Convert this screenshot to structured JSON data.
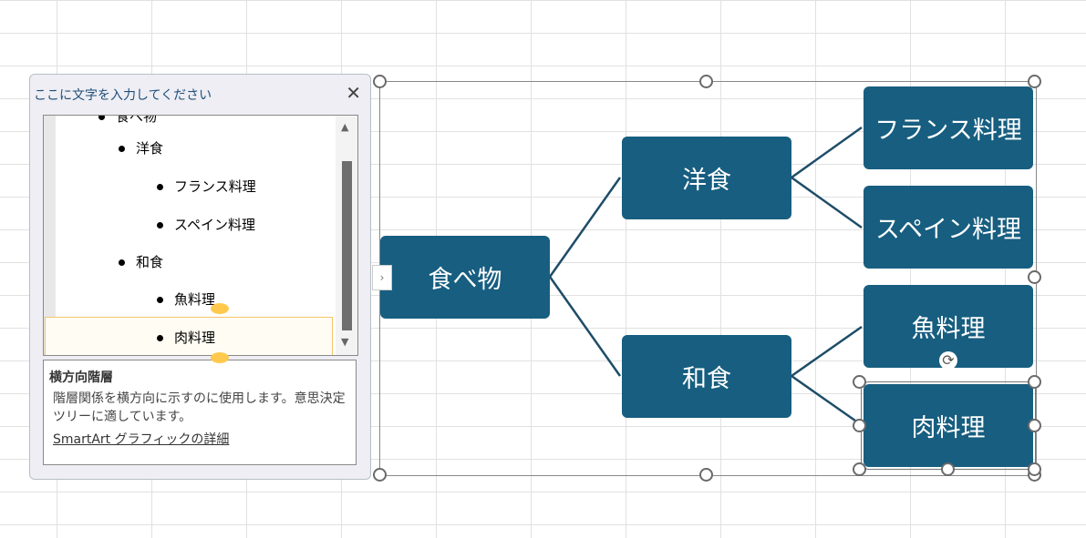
{
  "text_pane": {
    "title": "ここに文字を入力してください",
    "close": "✕",
    "items": [
      {
        "label": "食べ物",
        "level": 1
      },
      {
        "label": "洋食",
        "level": 2
      },
      {
        "label": "フランス料理",
        "level": 3
      },
      {
        "label": "スペイン料理",
        "level": 3
      },
      {
        "label": "和食",
        "level": 2
      },
      {
        "label": "魚料理",
        "level": 3
      },
      {
        "label": "肉料理",
        "level": 3
      }
    ],
    "description": {
      "title": "横方向階層",
      "text": "階層関係を横方向に示すのに使用します。意思決定ツリーに適しています。",
      "link": "SmartArt グラフィックの詳細"
    }
  },
  "diagram": {
    "root": "食べ物",
    "branch1": "洋食",
    "branch2": "和食",
    "leaf1": "フランス料理",
    "leaf2": "スペイン料理",
    "leaf3": "魚料理",
    "leaf4": "肉料理",
    "box_color": "#175e80"
  },
  "toggle": "›"
}
